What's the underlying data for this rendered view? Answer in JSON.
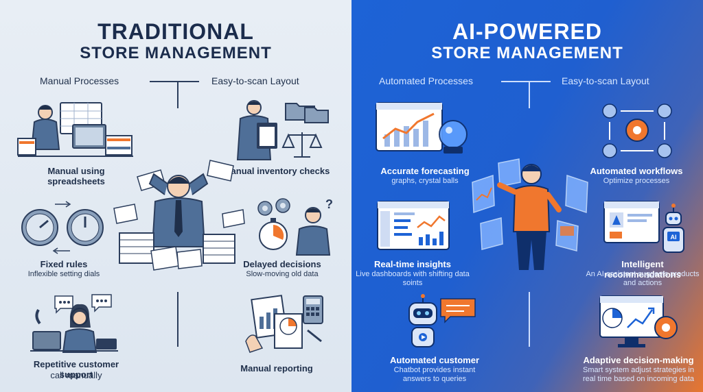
{
  "left": {
    "title_line1": "TRADITIONAL",
    "title_line2": "STORE MANAGEMENT",
    "sub_left": "Manual Processes",
    "sub_right": "Easy-to-scan Layout",
    "items": [
      {
        "title": "Manual using spreadsheets",
        "subtitle": ""
      },
      {
        "title": "Manual inventory checks",
        "subtitle": ""
      },
      {
        "title": "Fixed rules",
        "subtitle": "Inflexible setting dials"
      },
      {
        "title": "Delayed decisions",
        "subtitle": "Slow-moving old data"
      },
      {
        "title": "Repetitive customer support",
        "subtitle": "call manually"
      },
      {
        "title": "Manual reporting",
        "subtitle": ""
      }
    ]
  },
  "right": {
    "title_line1": "AI-POWERED",
    "title_line2": "STORE MANAGEMENT",
    "sub_left": "Automated Processes",
    "sub_right": "Easy-to-scan Layout",
    "items": [
      {
        "title": "Accurate forecasting",
        "subtitle": "graphs, crystal balls"
      },
      {
        "title": "Automated workflows",
        "subtitle": "Optimize processes"
      },
      {
        "title": "Real-time insights",
        "subtitle": "Live dashboards with shifting data soints"
      },
      {
        "title": "Intelligent recommendations",
        "subtitle": "An AI assistant suggests products and actions"
      },
      {
        "title": "Automated customer",
        "subtitle": "Chatbot provides instant answers to queries"
      },
      {
        "title": "Adaptive decision-making",
        "subtitle": "Smart system adjust strategies in real time based on incoming data"
      }
    ],
    "badge_ai": "AI"
  },
  "colors": {
    "navy": "#1f2f4a",
    "steel": "#4f6f98",
    "orange": "#f0772e",
    "blue": "#1d63d6"
  }
}
